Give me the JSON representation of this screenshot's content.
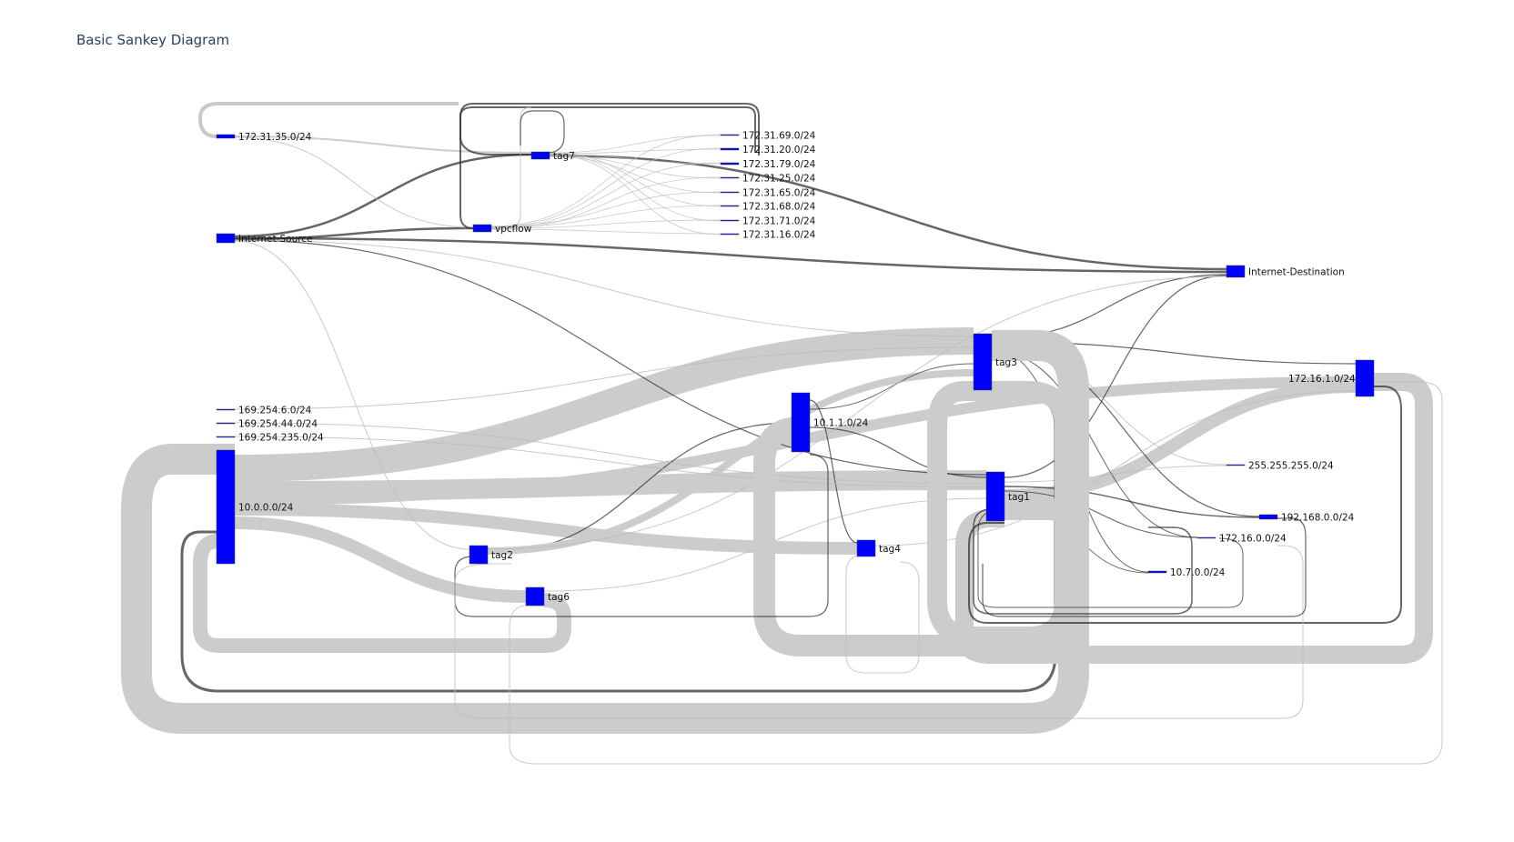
{
  "title": "Basic Sankey Diagram",
  "colors": {
    "node": "#0000ff",
    "link_light": "#cccccc",
    "link_dark": "#333333",
    "title": "#2a3f5f",
    "background": "#ffffff"
  },
  "nodes": [
    {
      "id": "n172_31_35",
      "label": "172.31.35.0/24"
    },
    {
      "id": "internet_source",
      "label": "Internet-Source"
    },
    {
      "id": "tag7",
      "label": "tag7"
    },
    {
      "id": "vpcflow",
      "label": "vpcflow"
    },
    {
      "id": "n172_31_69",
      "label": "172.31.69.0/24"
    },
    {
      "id": "n172_31_20",
      "label": "172.31.20.0/24"
    },
    {
      "id": "n172_31_79",
      "label": "172.31.79.0/24"
    },
    {
      "id": "n172_31_25",
      "label": "172.31.25.0/24"
    },
    {
      "id": "n172_31_65",
      "label": "172.31.65.0/24"
    },
    {
      "id": "n172_31_68",
      "label": "172.31.68.0/24"
    },
    {
      "id": "n172_31_71",
      "label": "172.31.71.0/24"
    },
    {
      "id": "n172_31_16",
      "label": "172.31.16.0/24"
    },
    {
      "id": "internet_destination",
      "label": "Internet-Destination"
    },
    {
      "id": "n169_254_6",
      "label": "169.254.6.0/24"
    },
    {
      "id": "n169_254_44",
      "label": "169.254.44.0/24"
    },
    {
      "id": "n169_254_235",
      "label": "169.254.235.0/24"
    },
    {
      "id": "n10_0_0",
      "label": "10.0.0.0/24"
    },
    {
      "id": "tag2",
      "label": "tag2"
    },
    {
      "id": "tag6",
      "label": "tag6"
    },
    {
      "id": "n10_1_1",
      "label": "10.1.1.0/24"
    },
    {
      "id": "tag4",
      "label": "tag4"
    },
    {
      "id": "tag3",
      "label": "tag3"
    },
    {
      "id": "tag1",
      "label": "tag1"
    },
    {
      "id": "n172_16_1",
      "label": "172.16.1.0/24"
    },
    {
      "id": "n255_255_255",
      "label": "255.255.255.0/24"
    },
    {
      "id": "n192_168_0",
      "label": "192.168.0.0/24"
    },
    {
      "id": "n172_16_0",
      "label": "172.16.0.0/24"
    },
    {
      "id": "n10_7_0",
      "label": "10.7.0.0/24"
    }
  ]
}
